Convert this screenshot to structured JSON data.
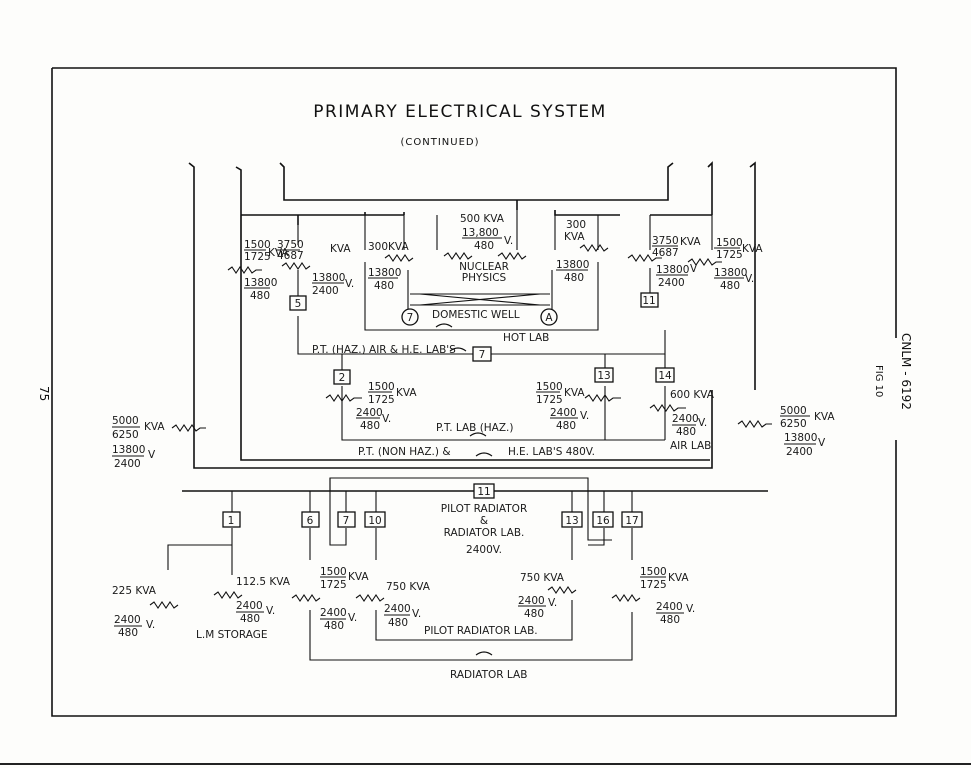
{
  "title": "PRIMARY ELECTRICAL SYSTEM",
  "subtitle": "(CONTINUED)",
  "side_label": "CNLM - 6192",
  "fig_label": "FIG 10",
  "page_number": "75",
  "boxes": [
    "5",
    "11",
    "7",
    "2",
    "13",
    "14",
    "11",
    "1",
    "6",
    "7",
    "10",
    "13",
    "16",
    "17"
  ],
  "circles": [
    "7",
    "A"
  ],
  "labels": {
    "t1500a": "1500",
    "t1725a": "1725",
    "kva_a": "KVA",
    "t3750a": "3750",
    "t4687a": "4687",
    "kva_b": "KVA",
    "t300kva_a": "300KVA",
    "t500kva": "500 KVA",
    "t13800c": "13,800",
    "t480c": "480",
    "vc": "V.",
    "t300": "300",
    "kva_d": "KVA",
    "t3750b": "3750",
    "t4687b": "4687",
    "kva_e": "KVA",
    "t1500b": "1500",
    "t1725b": "1725",
    "kva_f": "KVA",
    "t13800a": "13800",
    "t480a": "480",
    "t13800b": "13800",
    "t2400b": "2400",
    "vb": "V.",
    "t13800d": "13800",
    "t480d": "480",
    "t13800e": "13800",
    "t480e": "480",
    "t13800f": "13800",
    "t2400f": "2400",
    "vf": "V",
    "t13800g": "13800",
    "t480g": "480",
    "vg": "V.",
    "nuclear": "NUCLEAR",
    "physics": "PHYSICS",
    "domestic": "DOMESTIC WELL",
    "hotlab": "HOT LAB",
    "pthaz": "P.T. (HAZ.)  AIR & H.E. LAB'S",
    "t1500c": "1500",
    "t1725c": "1725",
    "kva_g": "KVA",
    "t2400c": "2400",
    "t480h": "480",
    "vh": "V.",
    "t1500d": "1500",
    "t1725d": "1725",
    "kva_h": "KVA",
    "t2400d": "2400",
    "t480i": "480",
    "vi": "V.",
    "t600kva": "600 KVA",
    "t2400e": "2400",
    "t480j": "480",
    "vj": "V.",
    "airlab": "AIR LAB",
    "ptlab": "P.T. LAB (HAZ.)",
    "t5000a": "5000",
    "t6250a": "6250",
    "kva_i": "KVA",
    "t13800h": "13800",
    "t2400g": "2400",
    "vk": "V",
    "t5000b": "5000",
    "t6250b": "6250",
    "kva_j": "KVA",
    "t13800i": "13800",
    "t2400h": "2400",
    "vl": "V",
    "ptnonhaz": "P.T. (NON HAZ.) &",
    "helabs": "H.E. LAB'S   480V.",
    "pilot1": "PILOT RADIATOR",
    "pilot2": "&",
    "pilot3": "RADIATOR LAB.",
    "pilot4": "2400V.",
    "t225": "225 KVA",
    "t2400i": "2400",
    "t480k": "480",
    "vm": "V.",
    "t1125": "112.5 KVA",
    "t2400j": "2400",
    "t480l": "480",
    "vn": "V.",
    "lmstorage": "L.M STORAGE",
    "t1500e": "1500",
    "t1725e": "1725",
    "kva_k": "KVA",
    "t2400k": "2400",
    "t480m": "480",
    "vo": "V.",
    "t750a": "750 KVA",
    "t2400l": "2400",
    "t480n": "480",
    "vp": "V.",
    "t750b": "750 KVA",
    "t2400m": "2400",
    "t480o": "480",
    "vq": "V.",
    "t1500f": "1500",
    "t1725f": "1725",
    "kva_l": "KVA",
    "t2400n": "2400",
    "t480p": "480",
    "vr": "V.",
    "pilotlab": "PILOT RADIATOR LAB.",
    "radlab": "RADIATOR LAB"
  }
}
